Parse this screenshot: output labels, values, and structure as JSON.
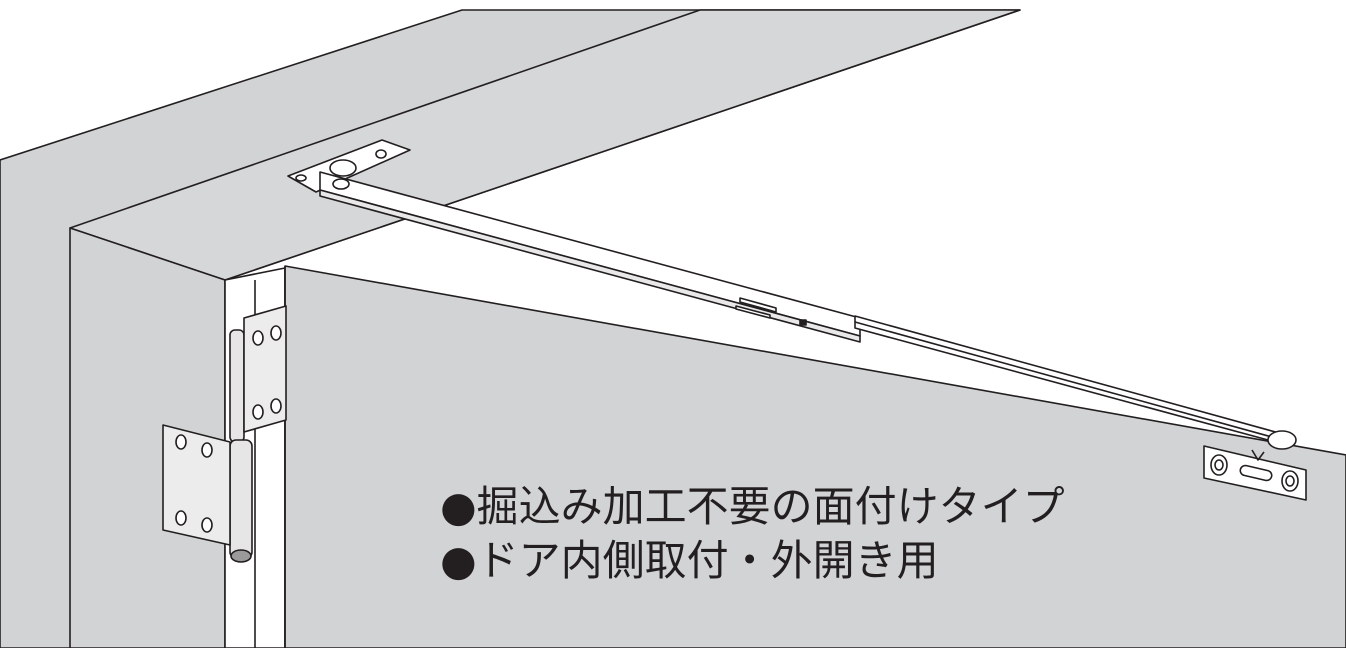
{
  "features": [
    "●掘込み加工不要の面付けタイプ",
    "●ドア内側取付・外開き用"
  ],
  "colors": {
    "wall": "#d2d3d5",
    "door": "#d2d3d5",
    "frame_light": "#e3e4e6",
    "metal": "#ffffff",
    "outline": "#231f20"
  },
  "illustration": {
    "subject": "door-closer-arm",
    "parts": [
      "door-frame",
      "door",
      "hinge-upper",
      "hinge-lower",
      "closer-arm",
      "frame-bracket",
      "door-bracket"
    ]
  }
}
